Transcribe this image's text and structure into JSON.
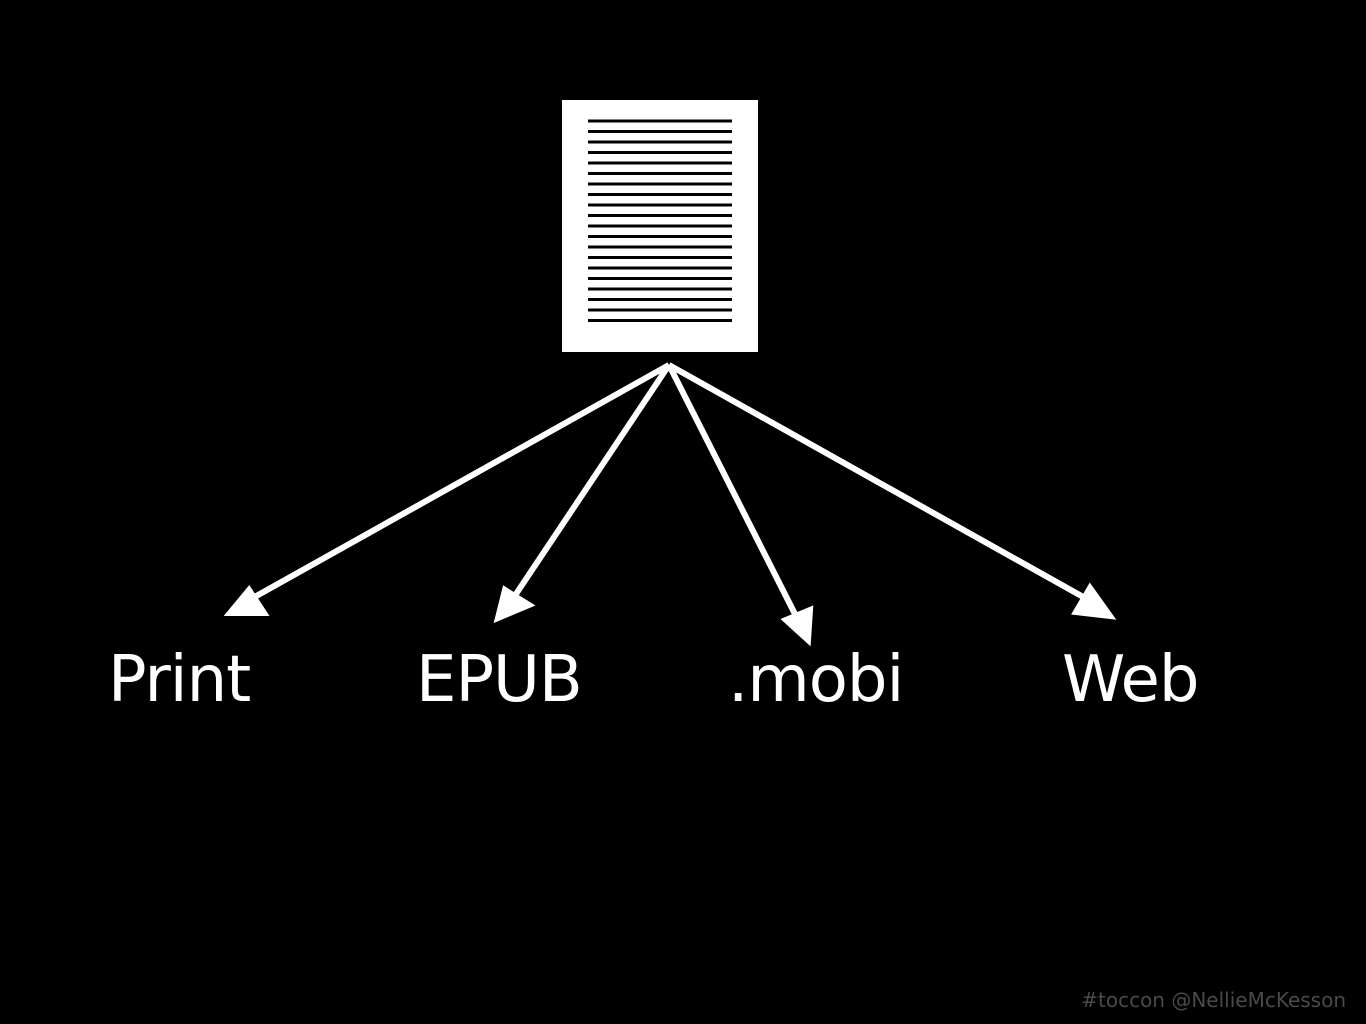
{
  "slide": {
    "background_color": "#000000",
    "foreground_color": "#ffffff",
    "source_icon": "document-icon",
    "outputs": [
      {
        "label": "Print"
      },
      {
        "label": "EPUB"
      },
      {
        "label": ".mobi"
      },
      {
        "label": "Web"
      }
    ],
    "footer": "#toccon @NellieMcKesson"
  }
}
